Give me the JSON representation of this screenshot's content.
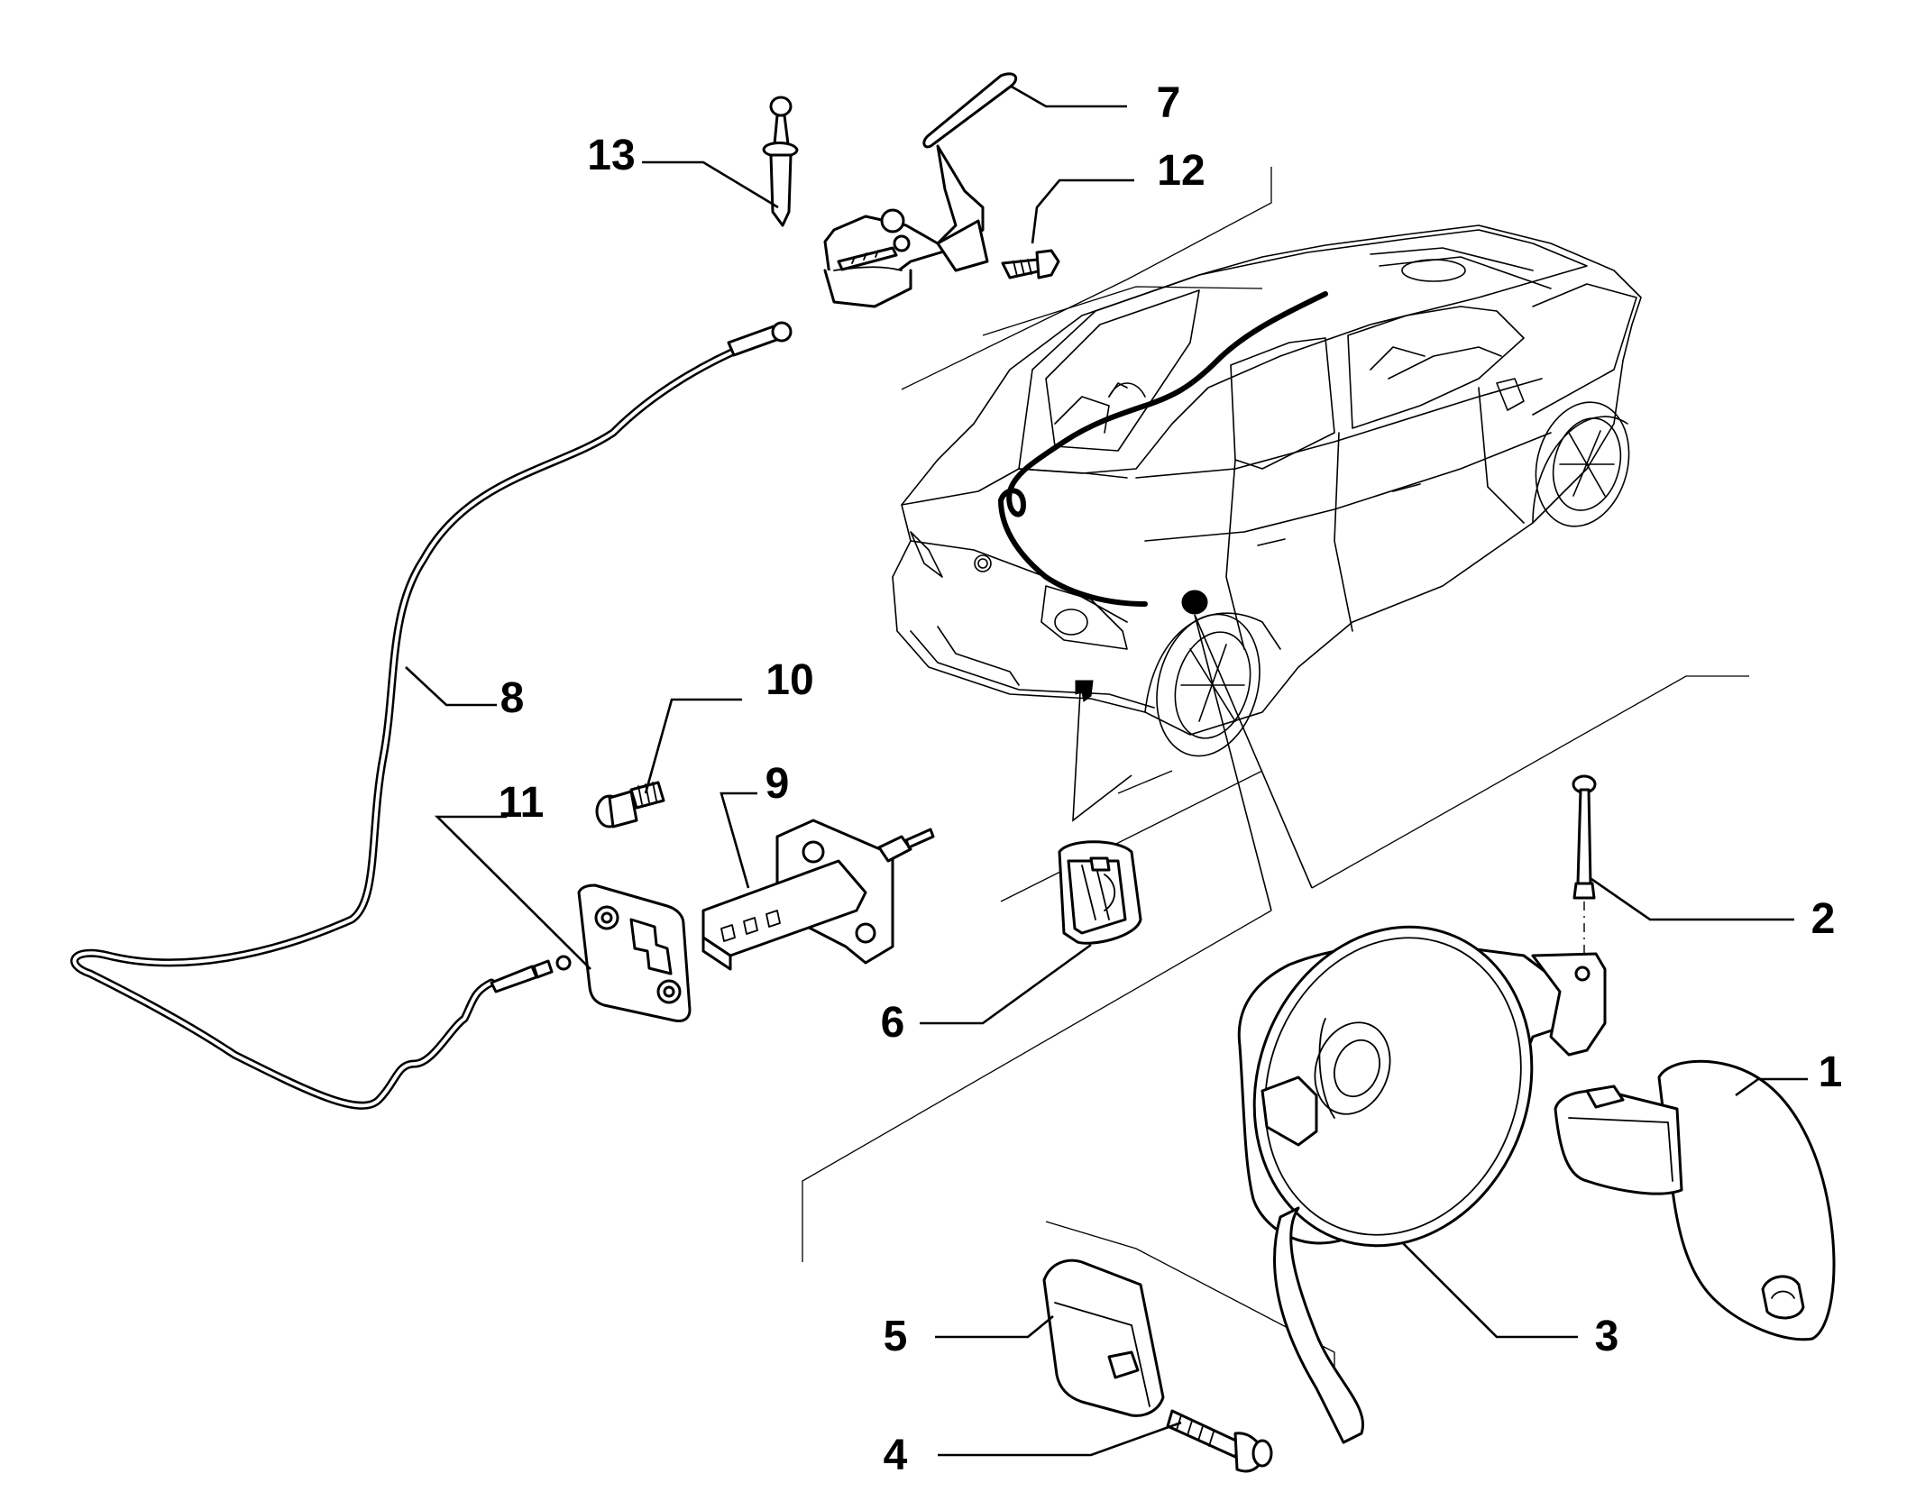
{
  "callouts": [
    {
      "id": "1",
      "label": "1"
    },
    {
      "id": "2",
      "label": "2"
    },
    {
      "id": "3",
      "label": "3"
    },
    {
      "id": "4",
      "label": "4"
    },
    {
      "id": "5",
      "label": "5"
    },
    {
      "id": "6",
      "label": "6"
    },
    {
      "id": "7",
      "label": "7"
    },
    {
      "id": "8",
      "label": "8"
    },
    {
      "id": "9",
      "label": "9"
    },
    {
      "id": "10",
      "label": "10"
    },
    {
      "id": "11",
      "label": "11"
    },
    {
      "id": "12",
      "label": "12"
    },
    {
      "id": "13",
      "label": "13"
    }
  ],
  "colors": {
    "ink": "#000000",
    "paper": "#ffffff"
  }
}
